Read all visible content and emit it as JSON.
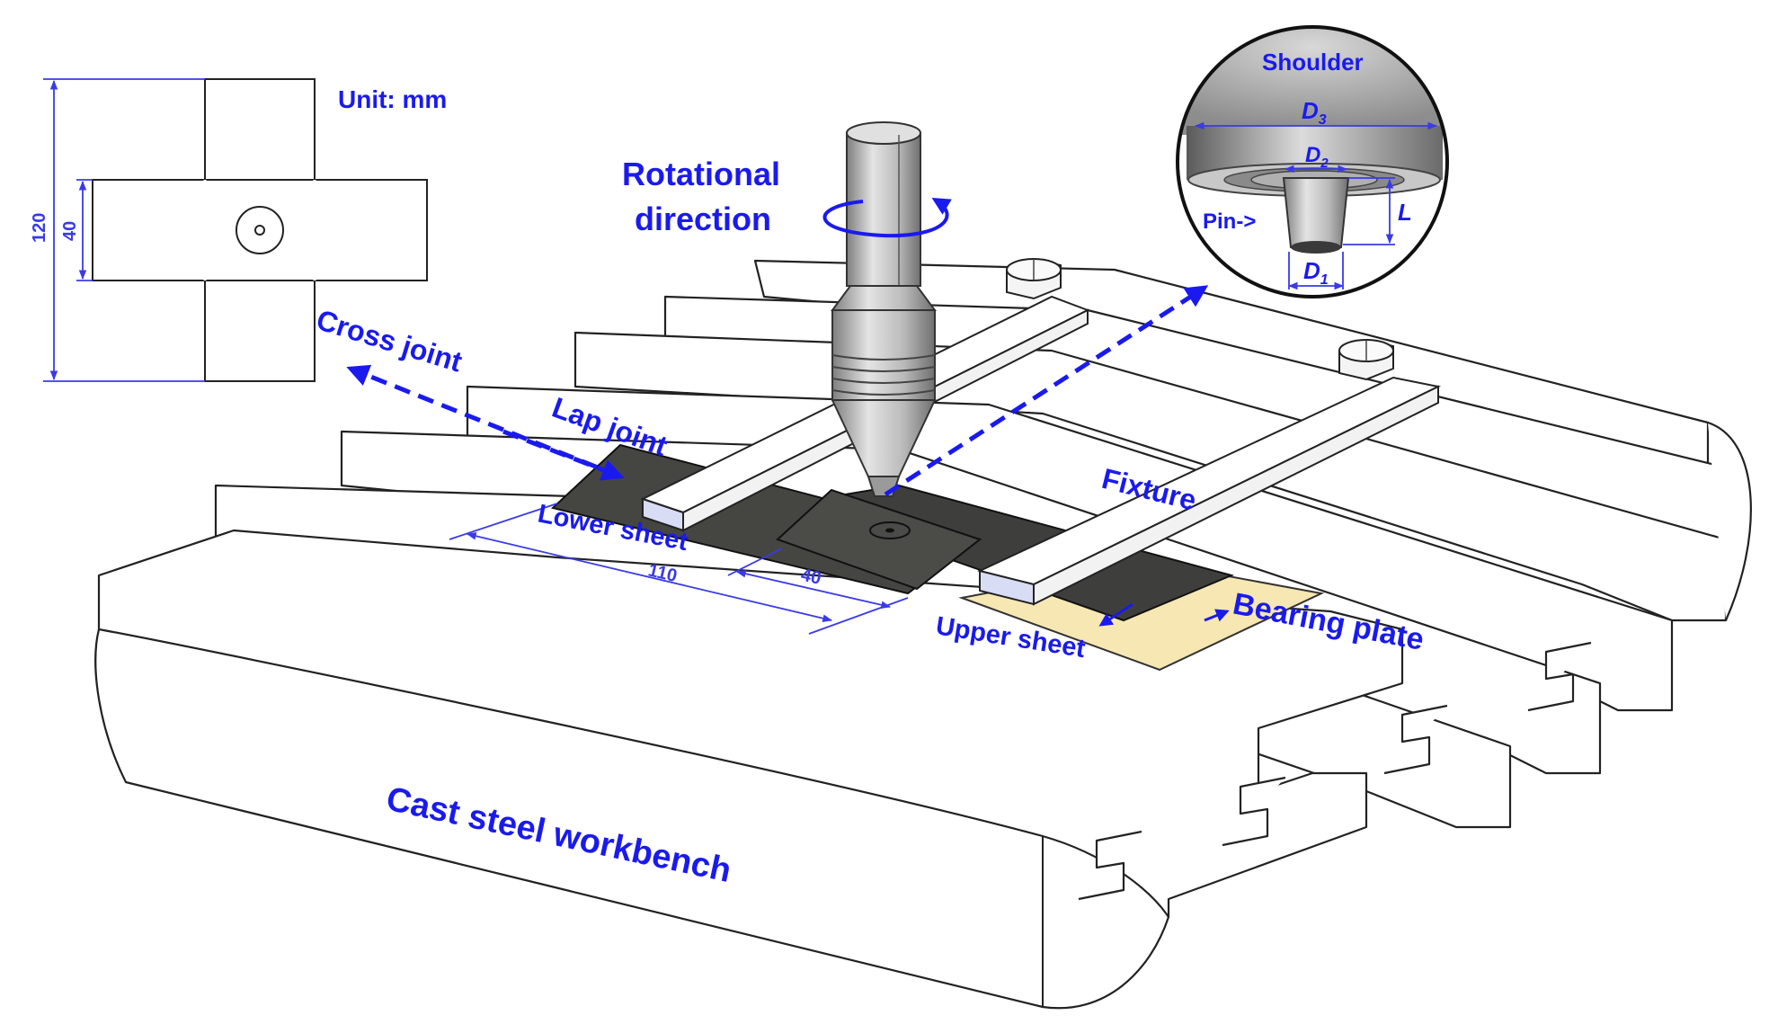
{
  "labels": {
    "unit": "Unit: mm",
    "rotational_line1": "Rotational",
    "rotational_line2": "direction",
    "cross_joint": "Cross joint",
    "lap_joint": "Lap joint",
    "lower_sheet": "Lower sheet",
    "upper_sheet": "Upper sheet",
    "fixture": "Fixture",
    "bearing_plate": "Bearing plate",
    "workbench": "Cast steel workbench"
  },
  "dimensions": {
    "total_length": "120",
    "width": "40",
    "lower_sheet_length": "110",
    "overlap_width": "40"
  },
  "tool_detail": {
    "shoulder": "Shoulder",
    "pin": "Pin",
    "pin_arrow": "->",
    "d3_base": "D",
    "d3_sub": "3",
    "d2_base": "D",
    "d2_sub": "2",
    "d1_base": "D",
    "d1_sub": "1",
    "length": "L"
  },
  "colors": {
    "label_blue": "#1a1aee",
    "sheet_dark": "#3e3f3c",
    "bearing_plate": "#f6e7b3",
    "fixture_pad": "#d9dcf5"
  }
}
